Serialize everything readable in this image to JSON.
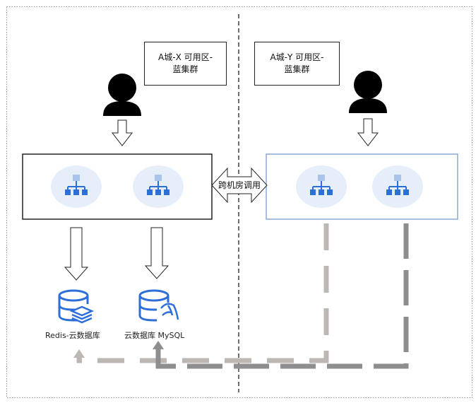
{
  "zones": {
    "x": {
      "title_line1": "A城-X 可用区-",
      "title_line2": "蓝集群"
    },
    "y": {
      "title_line1": "A城-Y 可用区-",
      "title_line2": "蓝集群"
    }
  },
  "cross_label": "跨机房调用",
  "databases": {
    "redis": {
      "label": "Redis-云数据库",
      "icon": "database-stack-icon"
    },
    "mysql": {
      "label": "云数据库 MySQL",
      "icon": "database-dolphin-icon"
    }
  },
  "icons": {
    "user": "user-icon",
    "load_balancer": "load-balancer-icon",
    "arrow": "down-arrow-icon"
  },
  "colors": {
    "primary": "#2d6fd8",
    "icon_bg": "#e6eef9",
    "cluster_y_border": "#8aa8d6",
    "path_light": "#bdb7b4",
    "path_dark": "#8e8e8e"
  }
}
